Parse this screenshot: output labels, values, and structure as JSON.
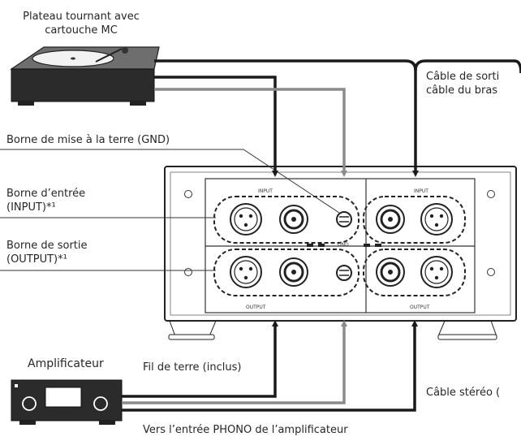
{
  "labels": {
    "turntable_line1": "Plateau tournant avec",
    "turntable_line2": "cartouche MC",
    "arm_cable_line1": "Câble de sorti",
    "arm_cable_line2": "câble du bras",
    "gnd_terminal": "Borne de mise à la terre (GND)",
    "input_terminal_line1": "Borne d’entrée",
    "input_terminal_line2": "(INPUT)*¹",
    "output_terminal_line1": "Borne de sortie",
    "output_terminal_line2": "(OUTPUT)*¹",
    "amplifier": "Amplificateur",
    "ground_wire": "Fil de terre (inclus)",
    "stereo_cable": "Câble stéréo (",
    "phono_input": "Vers l’entrée PHONO de l’amplificateur"
  },
  "panel_text": {
    "input_left": "INPUT",
    "input_right": "INPUT",
    "output_left": "OUTPUT",
    "output_right": "OUTPUT",
    "gnd": "GND"
  },
  "icons": [
    "turntable-icon",
    "amplifier-icon",
    "xlr-connector-icon",
    "rca-connector-icon",
    "ground-terminal-icon",
    "screw-icon"
  ],
  "colors": {
    "line": "#1a1a1a",
    "cable_gray": "#7a7a7a",
    "device": "#2b2b2b",
    "panel": "#ffffff"
  }
}
